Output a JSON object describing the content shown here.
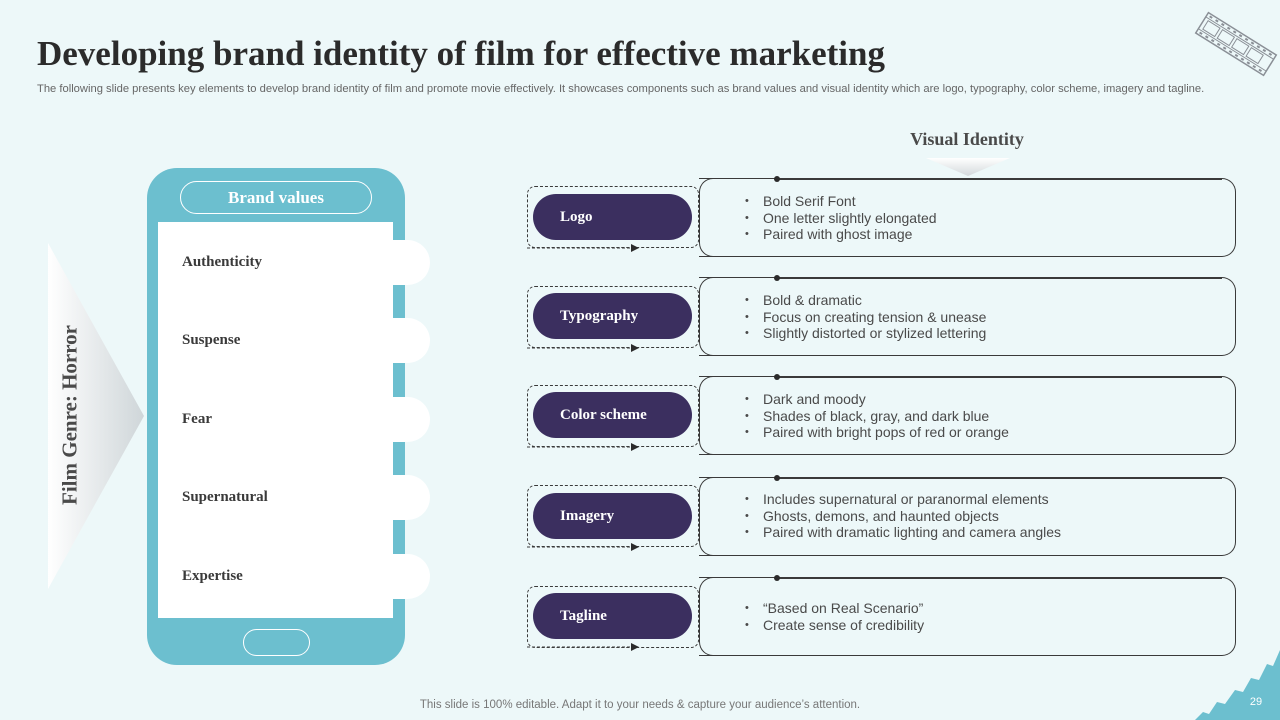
{
  "title": "Developing brand identity of film for effective marketing",
  "subtitle": "The following slide presents key elements to develop brand identity of film and promote movie effectively. It showcases components such as brand values and visual identity which are logo, typography, color scheme, imagery and tagline.",
  "genre_label": "Film Genre: Horror",
  "brand_values": {
    "heading": "Brand values",
    "items": [
      "Authenticity",
      "Suspense",
      "Fear",
      "Supernatural",
      "Expertise"
    ]
  },
  "visual_identity": {
    "heading": "Visual Identity",
    "rows": [
      {
        "label": "Logo",
        "bullets": [
          "Bold Serif Font",
          "One letter slightly elongated",
          "Paired with ghost image"
        ]
      },
      {
        "label": "Typography",
        "bullets": [
          "Bold & dramatic",
          "Focus on creating tension & unease",
          "Slightly distorted or stylized lettering"
        ]
      },
      {
        "label": "Color scheme",
        "bullets": [
          "Dark and moody",
          "Shades of black, gray, and dark blue",
          "Paired with bright pops of red or orange"
        ]
      },
      {
        "label": "Imagery",
        "bullets": [
          "Includes supernatural or paranormal elements",
          "Ghosts, demons, and haunted objects",
          "Paired with dramatic lighting and camera angles"
        ]
      },
      {
        "label": "Tagline",
        "bullets": [
          "“Based on Real Scenario”",
          "Create sense of credibility"
        ]
      }
    ]
  },
  "footer": "This slide is 100% editable. Adapt it to your needs & capture your audience’s attention.",
  "page_number": "29",
  "colors": {
    "background": "#edf8f9",
    "phone": "#6cbfcf",
    "label_fill": "#3b2f5f"
  },
  "icons": [
    "film-strip-icon"
  ]
}
